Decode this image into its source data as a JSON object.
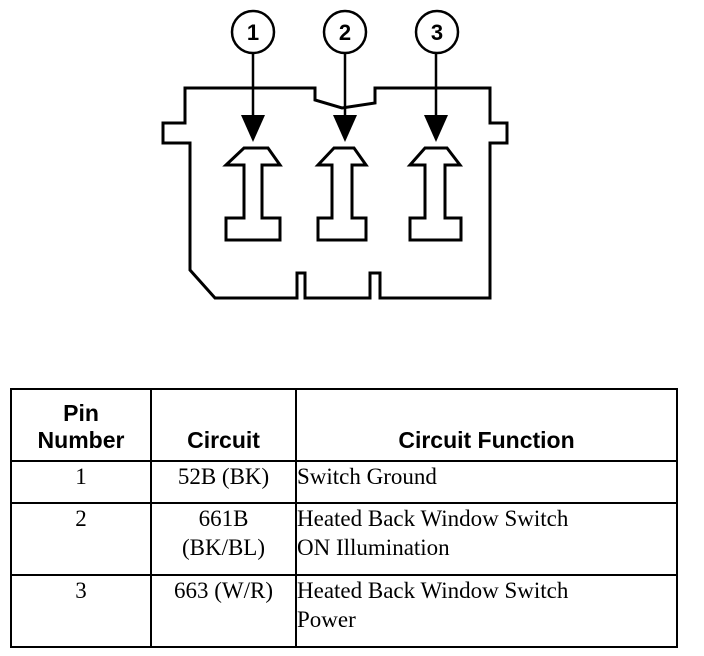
{
  "diagram": {
    "callouts": [
      "1",
      "2",
      "3"
    ]
  },
  "table": {
    "headers": {
      "pin": [
        "Pin",
        "Number"
      ],
      "circuit": "Circuit",
      "function": "Circuit Function"
    },
    "rows": [
      {
        "pin": "1",
        "circuit": [
          "52B (BK)"
        ],
        "function": [
          "Switch Ground"
        ]
      },
      {
        "pin": "2",
        "circuit": [
          "661B",
          "(BK/BL)"
        ],
        "function": [
          "Heated Back Window Switch",
          "ON Illumination"
        ]
      },
      {
        "pin": "3",
        "circuit": [
          "663 (W/R)"
        ],
        "function": [
          "Heated Back Window Switch",
          "Power"
        ]
      }
    ]
  }
}
